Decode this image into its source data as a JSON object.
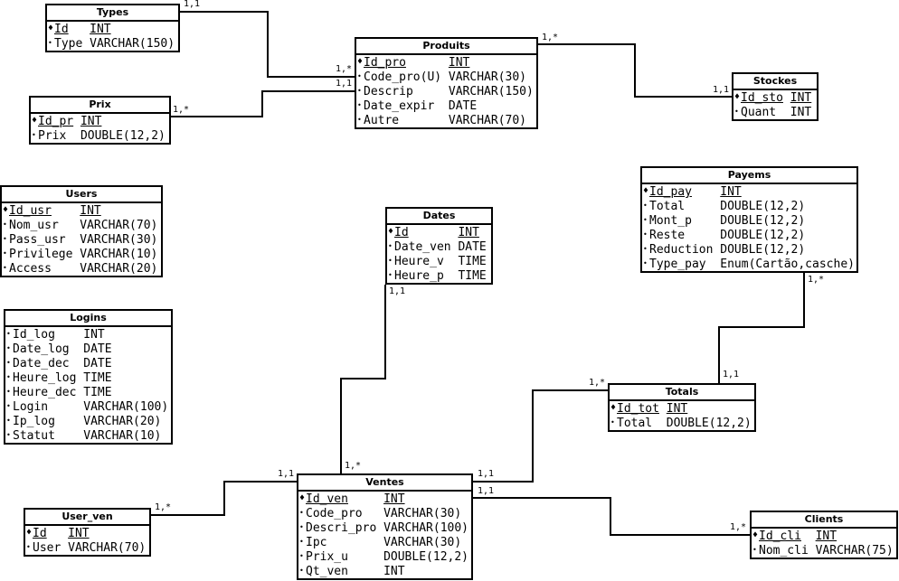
{
  "entities": [
    {
      "id": "types",
      "title": "Types",
      "fields": [
        {
          "name": "Id",
          "type": "INT",
          "pk": true
        },
        {
          "name": "Type",
          "type": "VARCHAR(150)"
        }
      ]
    },
    {
      "id": "prix",
      "title": "Prix",
      "fields": [
        {
          "name": "Id_pr",
          "type": "INT",
          "pk": true
        },
        {
          "name": "Prix",
          "type": "DOUBLE(12,2)"
        }
      ]
    },
    {
      "id": "produits",
      "title": "Produits",
      "fields": [
        {
          "name": "Id_pro",
          "type": "INT",
          "pk": true
        },
        {
          "name": "Code_pro(U)",
          "type": "VARCHAR(30)"
        },
        {
          "name": "Descrip",
          "type": "VARCHAR(150)"
        },
        {
          "name": "Date_expir",
          "type": "DATE"
        },
        {
          "name": "Autre",
          "type": "VARCHAR(70)"
        }
      ]
    },
    {
      "id": "stockes",
      "title": "Stockes",
      "fields": [
        {
          "name": "Id_sto",
          "type": "INT",
          "pk": true
        },
        {
          "name": "Quant",
          "type": "INT"
        }
      ]
    },
    {
      "id": "users",
      "title": "Users",
      "fields": [
        {
          "name": "Id_usr",
          "type": "INT",
          "pk": true
        },
        {
          "name": "Nom_usr",
          "type": "VARCHAR(70)"
        },
        {
          "name": "Pass_usr",
          "type": "VARCHAR(30)"
        },
        {
          "name": "Privilege",
          "type": "VARCHAR(10)"
        },
        {
          "name": "Access",
          "type": "VARCHAR(20)"
        }
      ]
    },
    {
      "id": "dates",
      "title": "Dates",
      "fields": [
        {
          "name": "Id",
          "type": "INT",
          "pk": true
        },
        {
          "name": "Date_ven",
          "type": "DATE"
        },
        {
          "name": "Heure_v",
          "type": "TIME"
        },
        {
          "name": "Heure_p",
          "type": "TIME"
        }
      ]
    },
    {
      "id": "payems",
      "title": "Payems",
      "fields": [
        {
          "name": "Id_pay",
          "type": "INT",
          "pk": true
        },
        {
          "name": "Total",
          "type": "DOUBLE(12,2)"
        },
        {
          "name": "Mont_p",
          "type": "DOUBLE(12,2)"
        },
        {
          "name": "Reste",
          "type": "DOUBLE(12,2)"
        },
        {
          "name": "Reduction",
          "type": "DOUBLE(12,2)"
        },
        {
          "name": "Type_pay",
          "type": "Enum(Cartão,casche)"
        }
      ]
    },
    {
      "id": "logins",
      "title": "Logins",
      "fields": [
        {
          "name": "Id_log",
          "type": "INT"
        },
        {
          "name": "Date_log",
          "type": "DATE"
        },
        {
          "name": "Date_dec",
          "type": "DATE"
        },
        {
          "name": "Heure_log",
          "type": "TIME"
        },
        {
          "name": "Heure_dec",
          "type": "TIME"
        },
        {
          "name": "Login",
          "type": "VARCHAR(100)"
        },
        {
          "name": "Ip_log",
          "type": "VARCHAR(20)"
        },
        {
          "name": "Statut",
          "type": "VARCHAR(10)"
        }
      ]
    },
    {
      "id": "totals",
      "title": "Totals",
      "fields": [
        {
          "name": "Id_tot",
          "type": "INT",
          "pk": true
        },
        {
          "name": "Total",
          "type": "DOUBLE(12,2)"
        }
      ]
    },
    {
      "id": "user_ven",
      "title": "User_ven",
      "fields": [
        {
          "name": "Id",
          "type": "INT",
          "pk": true
        },
        {
          "name": "User",
          "type": "VARCHAR(70)"
        }
      ]
    },
    {
      "id": "ventes",
      "title": "Ventes",
      "fields": [
        {
          "name": "Id_ven",
          "type": "INT",
          "pk": true
        },
        {
          "name": "Code_pro",
          "type": "VARCHAR(30)"
        },
        {
          "name": "Descri_pro",
          "type": "VARCHAR(100)"
        },
        {
          "name": "Ipc",
          "type": "VARCHAR(30)"
        },
        {
          "name": "Prix_u",
          "type": "DOUBLE(12,2)"
        },
        {
          "name": "Qt_ven",
          "type": "INT"
        }
      ]
    },
    {
      "id": "clients",
      "title": "Clients",
      "fields": [
        {
          "name": "Id_cli",
          "type": "INT",
          "pk": true
        },
        {
          "name": "Nom_cli",
          "type": "VARCHAR(75)"
        }
      ]
    }
  ],
  "relations": [
    {
      "id": "types-produits",
      "from": "types",
      "to": "produits",
      "from_card": "1,1",
      "to_card": "1,*"
    },
    {
      "id": "prix-produits",
      "from": "prix",
      "to": "produits",
      "from_card": "1,*",
      "to_card": "1,1"
    },
    {
      "id": "produits-stockes",
      "from": "produits",
      "to": "stockes",
      "from_card": "1,*",
      "to_card": "1,1"
    },
    {
      "id": "dates-ventes",
      "from": "dates",
      "to": "ventes",
      "from_card": "1,1",
      "to_card": "1,*"
    },
    {
      "id": "payems-totals",
      "from": "payems",
      "to": "totals",
      "from_card": "1,*",
      "to_card": "1,1"
    },
    {
      "id": "totals-ventes",
      "from": "totals",
      "to": "ventes",
      "from_card": "1,*",
      "to_card": "1,1"
    },
    {
      "id": "ventes-clients",
      "from": "ventes",
      "to": "clients",
      "from_card": "1,1",
      "to_card": "1,*"
    },
    {
      "id": "user_ven-ventes",
      "from": "user_ven",
      "to": "ventes",
      "from_card": "1,*",
      "to_card": "1,1"
    }
  ],
  "symbols": {
    "pk_bullet": "♦",
    "field_bullet": "•"
  }
}
